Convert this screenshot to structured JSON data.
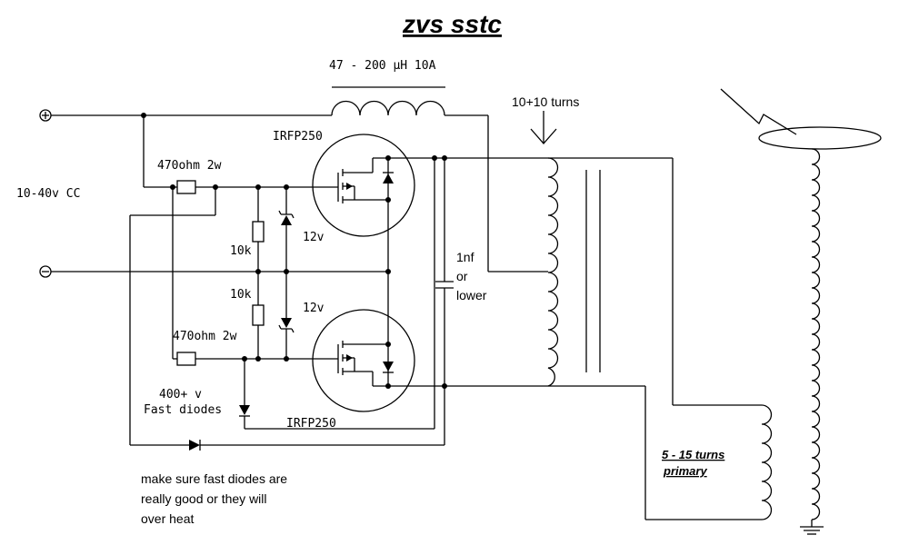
{
  "title": "zvs sstc",
  "inductor_label": "47 - 200 µH 10A",
  "transformer_label": "10+10 turns",
  "supply_label": "10-40v CC",
  "plus_symbol": "+",
  "minus_symbol": "−",
  "mosfet_top_label": "IRFP250",
  "mosfet_bottom_label": "IRFP250",
  "resistor_top_label": "470ohm 2w",
  "resistor_bottom_label": "470ohm 2w",
  "pulldown_top_label": "10k",
  "pulldown_bottom_label": "10k",
  "zener_top_label": "12v",
  "zener_bottom_label": "12v",
  "cap_label_line1": "1nf",
  "cap_label_line2": "or",
  "cap_label_line3": "lower",
  "diode_label_line1": "400+ v",
  "diode_label_line2": "Fast diodes",
  "primary_label_line1": "5 - 15 turns",
  "primary_label_line2": "primary",
  "note_line1": "make sure fast diodes are",
  "note_line2": "really good or they will",
  "note_line3": "over heat"
}
